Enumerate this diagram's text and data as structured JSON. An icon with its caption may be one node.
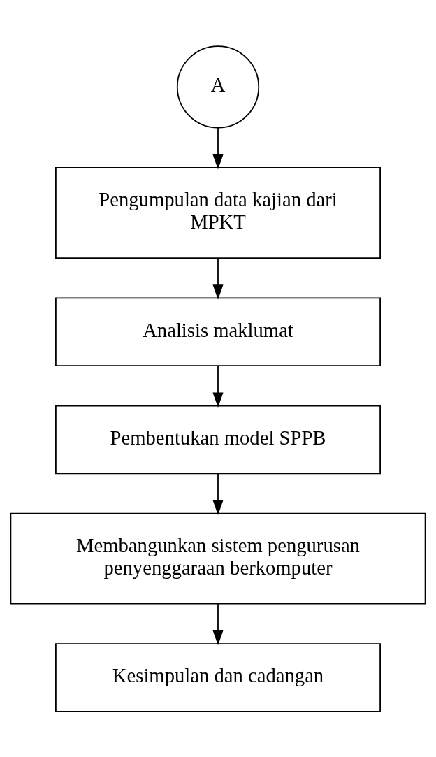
{
  "diagram": {
    "nodes": [
      {
        "text": [
          "A"
        ]
      },
      {
        "text": [
          "Pengumpulan data kajian dari MPKT"
        ]
      },
      {
        "text": [
          "Analisis maklumat"
        ]
      },
      {
        "text": [
          "Pembentukan model SPPB"
        ]
      },
      {
        "text": [
          "Membangunkan sistem pengurusan penyenggaraan berkomputer"
        ]
      },
      {
        "text": [
          "Kesimpulan dan cadangan"
        ]
      }
    ],
    "edges": [
      {
        "from": 0,
        "to": 1,
        "arrow": "to"
      },
      {
        "from": 1,
        "to": 2,
        "arrow": "to"
      },
      {
        "from": 2,
        "to": 3,
        "arrow": "to"
      },
      {
        "from": 3,
        "to": 4,
        "arrow": "to"
      },
      {
        "from": 4,
        "to": 5,
        "arrow": "to"
      }
    ]
  }
}
